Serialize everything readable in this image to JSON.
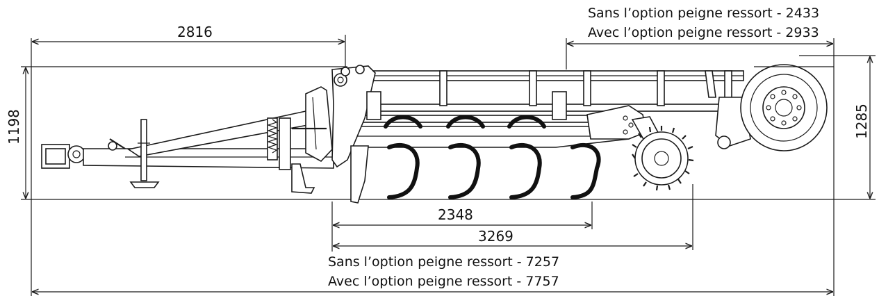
{
  "dimensions": {
    "hitch_to_frame": "2816",
    "height_without_wheel": "1198",
    "height_with_wheel": "1285",
    "tine_span": "2348",
    "tine_to_roller": "3269"
  },
  "notes": {
    "top_without": "Sans l’option peigne ressort - 2433",
    "top_with": "Avec l’option peigne ressort - 2933",
    "bottom_without": "Sans l’option peigne ressort - 7257",
    "bottom_with": "Avec l’option peigne ressort - 7757"
  }
}
